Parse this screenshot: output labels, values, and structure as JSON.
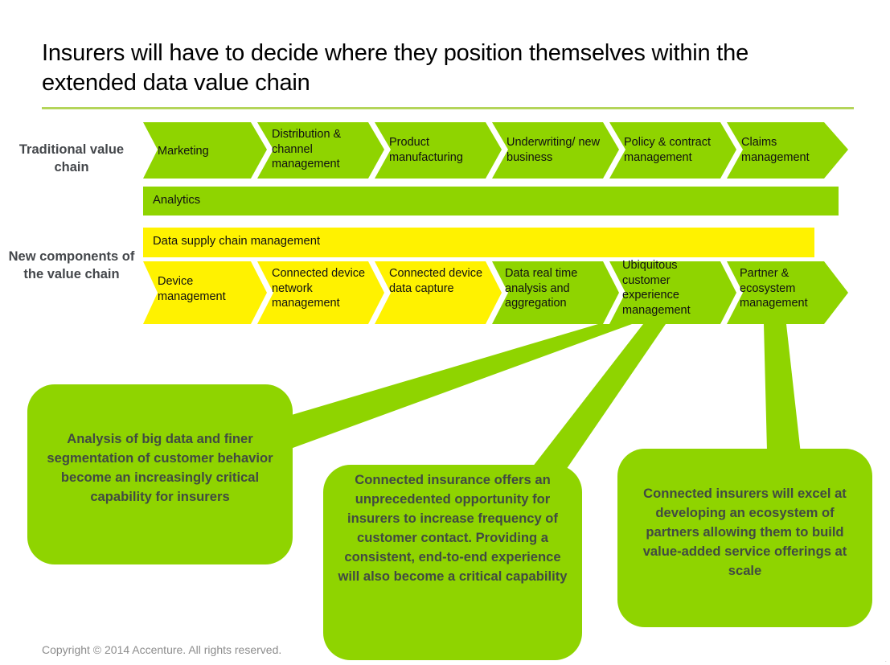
{
  "slide": {
    "title": "Insurers will have to decide where they position themselves within the extended data value chain",
    "accent_green": "#8FD400",
    "accent_yellow": "#FFF200",
    "rule_color": "#B4D55A",
    "label_color": "#44474B"
  },
  "rows": [
    {
      "id": "traditional",
      "label": "Traditional value chain",
      "stages": [
        {
          "label": "Marketing"
        },
        {
          "label": "Distribution & channel management"
        },
        {
          "label": "Product manufacturing"
        },
        {
          "label": "Underwriting/ new business"
        },
        {
          "label": "Policy & contract management"
        },
        {
          "label": "Claims management"
        }
      ],
      "band": {
        "label": "Analytics",
        "color": "#8FD400"
      }
    },
    {
      "id": "new-components",
      "label": "New components of the value chain",
      "band": {
        "label": "Data supply chain management",
        "color": "#FFF200"
      },
      "stages": [
        {
          "label": "Device management",
          "color": "#FFF200"
        },
        {
          "label": "Connected device network management",
          "color": "#FFF200"
        },
        {
          "label": "Connected device data capture",
          "color": "#FFF200"
        },
        {
          "label": "Data real time analysis and aggregation",
          "color": "#8FD400"
        },
        {
          "label": "Ubiquitous customer experience management",
          "color": "#8FD400"
        },
        {
          "label": "Partner & ecosystem management",
          "color": "#8FD400"
        }
      ]
    }
  ],
  "callouts": [
    {
      "id": "callout-analysis",
      "text": "Analysis of big data and finer segmentation of customer behavior become an increasingly critical capability for insurers"
    },
    {
      "id": "callout-connected-insurance",
      "text": "Connected insurance offers an unprecedented opportunity for insurers to increase frequency of customer contact. Providing a consistent, end-to-end experience will also become a critical capability"
    },
    {
      "id": "callout-ecosystem",
      "text": "Connected insurers will excel at developing an ecosystem of partners allowing them to build value-added service offerings at scale"
    }
  ],
  "footer": {
    "copyright": "Copyright © 2014 Accenture. All rights reserved.",
    "corner_mark": "."
  }
}
